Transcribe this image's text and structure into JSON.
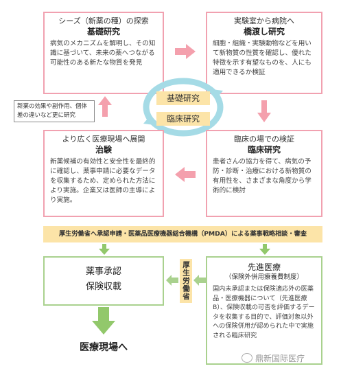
{
  "box_basic": {
    "subtitle": "シーズ（新薬の種）の探索",
    "title": "基礎研究",
    "text": "病気のメカニズムを解明し、その知識に基づいて、未来の薬へつながる可能性のある新たな物質を発見"
  },
  "box_bridge": {
    "subtitle": "実験室から病院へ",
    "title": "橋渡し研究",
    "text": "細胞・組織・実験動物などを用いて新物質の性質を確認し、優れた特徴を示す有望なものを、人にも適用できるか検証"
  },
  "box_clinical": {
    "subtitle": "臨床の場での検証",
    "title": "臨床研究",
    "text": "患者さんの協力を得て、病気の予防・診断・治療における新物質の有用性を、さまざまな角度から学術的に検討"
  },
  "box_trial": {
    "subtitle": "より広く医療現場へ展開",
    "title": "治験",
    "text": "新薬候補の有効性と安全性を最終的に確認し、薬事申請に必要なデータを収集するため、定められた方法により実施。企業又は医師の主導により実施。"
  },
  "side_note": {
    "text": "新薬の効果や副作用、個体差の違いなど更に研究"
  },
  "center": {
    "top": "基礎研究",
    "bottom": "臨床研究"
  },
  "banner": {
    "text": "厚生労働省へ承認申請・医薬品医療機器総合機構（PMDA）による薬事戦略相談・審査"
  },
  "box_approval": {
    "line1": "薬事承認",
    "line2": "保険収載"
  },
  "mhlw_tag": {
    "text": "厚生労働省"
  },
  "box_advanced": {
    "title": "先進医療",
    "subtitle": "（保険外併用療養費制度）",
    "text": "国内未承認または保険適応外の医薬品・医療機器について（先進医療B）、保険収載の可否を評価するデータを収集する目的で、評価対象以外への保険併用が認められた中で実施される臨床研究"
  },
  "bottom_label": "医療現場へ",
  "watermark": "鼎新国际医疗",
  "colors": {
    "pink_border": "#f1a1b0",
    "pink_arrow": "#f4a0ad",
    "green_border": "#a9d18e",
    "green_arrow": "#92c86b",
    "tag_yellow": "#fce4a8",
    "cycle_blue": "#a5dbe6"
  }
}
